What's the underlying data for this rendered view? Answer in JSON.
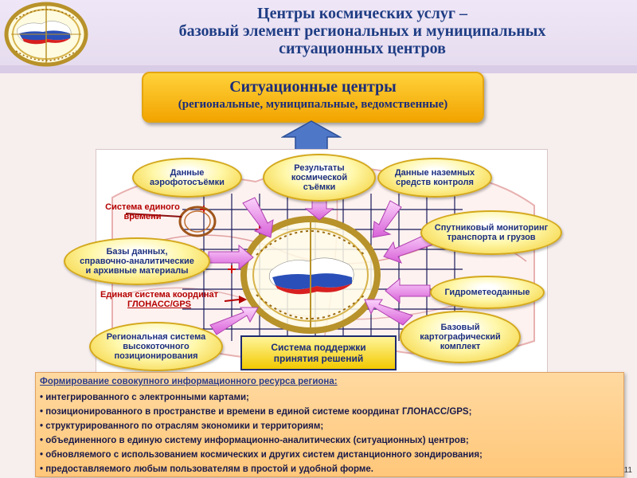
{
  "header": {
    "title_lines": [
      "Центры космических услуг –",
      "базовый элемент региональных и муниципальных",
      "ситуационных центров"
    ]
  },
  "situation_centers": {
    "title": "Ситуационные центры",
    "subtitle": "(региональные, муниципальные, ведомственные)"
  },
  "diagram": {
    "nodes": {
      "aerial": [
        "Данные",
        "аэрофотосъёмки"
      ],
      "space_results": [
        "Результаты",
        "космической",
        "съёмки"
      ],
      "ground": [
        "Данные наземных",
        "средств контроля"
      ],
      "satellite_monitoring": [
        "Спутниковый мониторинг",
        "транспорта и грузов"
      ],
      "databases": [
        "Базы данных,",
        "справочно-аналитические",
        "и архивные материалы"
      ],
      "hydromet": [
        "Гидрометеоданные"
      ],
      "basemap": [
        "Базовый",
        "картографический",
        "комплект"
      ],
      "regional_positioning": [
        "Региональная система",
        "высокоточного",
        "позиционирования"
      ]
    },
    "unified_time": [
      "Система единого",
      "времени"
    ],
    "glonass": [
      "Единая система координат",
      "ГЛОНАСС/GPS"
    ],
    "decision_support": [
      "Система поддержки",
      "принятия решений"
    ]
  },
  "info_panel": {
    "title": "Формирование совокупного информационного ресурса региона:",
    "items": [
      "интегрированного с электронными картами;",
      "позиционированного в пространстве и времени в единой системе координат ГЛОНАСС/GPS;",
      "структурированного по отраслям экономики и территориям;",
      "объединенного в единую систему информационно-аналитических (ситуационных) центров;",
      "обновляемого с использованием космических и других систем дистанционного зондирования;",
      "предоставляемого любым пользователям в простой и удобной форме."
    ]
  },
  "page_number": "11",
  "colors": {
    "title_blue": "#1f3d84",
    "accent_red": "#b40000",
    "gold": "#f2c900",
    "arrow_pink": "#e070e0"
  }
}
